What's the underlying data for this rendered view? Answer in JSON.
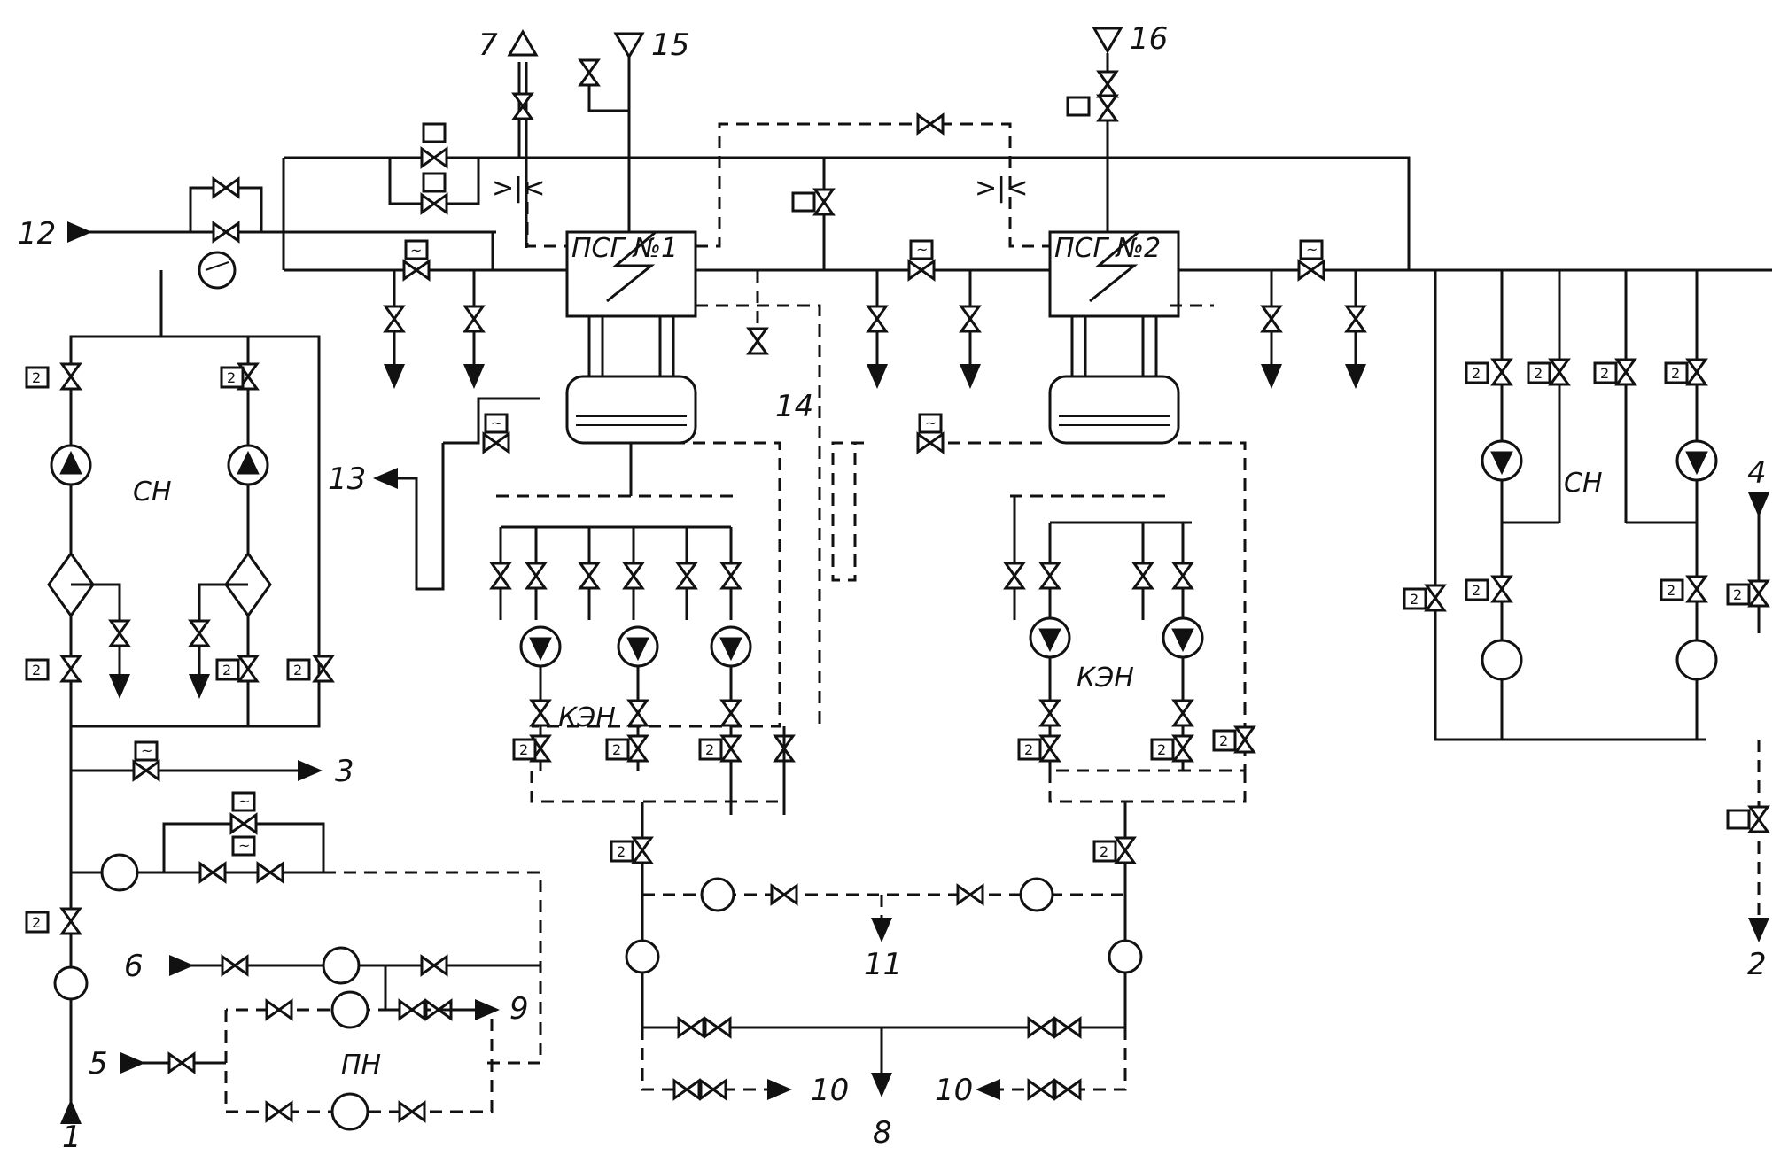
{
  "labels": {
    "psg1": "ПСГ №1",
    "psg2": "ПСГ №2",
    "sn_left": "СН",
    "sn_right": "СН",
    "ken_left": "КЭН",
    "ken_right": "КЭН",
    "pn": "ПН"
  },
  "nodes": {
    "n1": "1",
    "n2": "2",
    "n3": "3",
    "n4": "4",
    "n5": "5",
    "n6": "6",
    "n7": "7",
    "n8": "8",
    "n9": "9",
    "n10a": "10",
    "n10b": "10",
    "n11": "11",
    "n12": "12",
    "n13": "13",
    "n14": "14",
    "n15": "15",
    "n16": "16"
  },
  "actuator": "2",
  "regulator": "~"
}
